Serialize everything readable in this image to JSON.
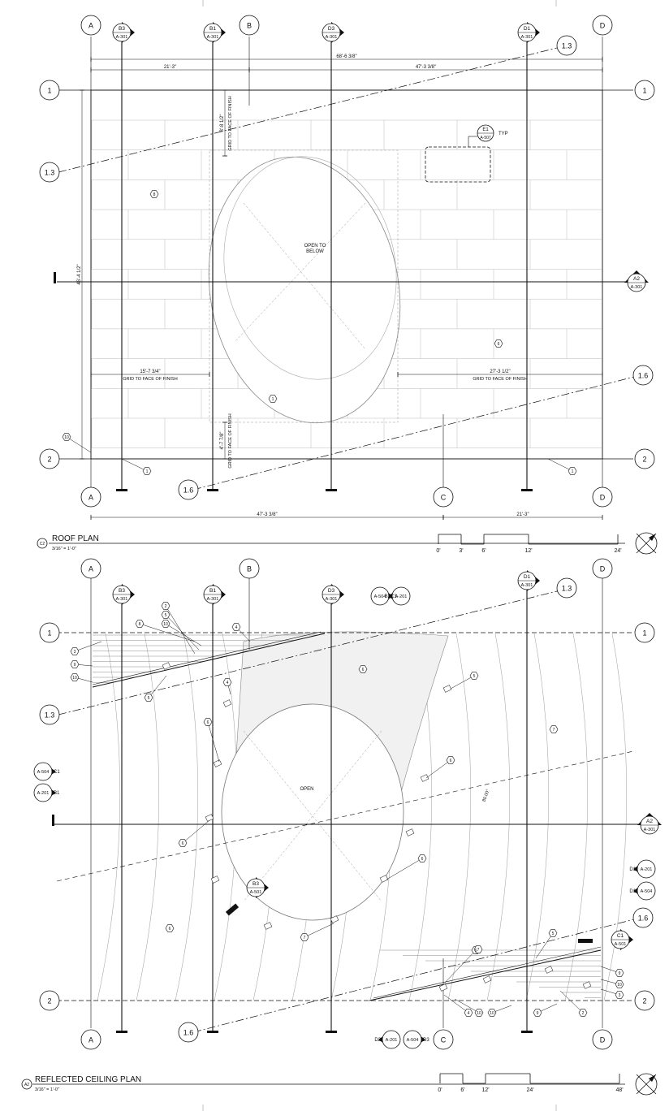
{
  "grid": {
    "columns": [
      "A",
      "B",
      "C",
      "D"
    ],
    "rows": [
      "1",
      "2"
    ],
    "slope_lines": [
      "1.3",
      "1.6"
    ]
  },
  "roof_plan": {
    "title": "ROOF PLAN",
    "scale": "3/16\" = 1'-0\"",
    "drawing_tag": "C2",
    "labels": {
      "opening": [
        "OPEN TO",
        "BELOW"
      ],
      "typ": "TYP",
      "finish_note": "GRID TO FACE OF FINISH"
    },
    "dimensions": {
      "top_overall": "68'-6 3/8\"",
      "top_left": "21'-3\"",
      "top_right": "47'-3 3/8\"",
      "left_vertical": "46'-4 1/2\"",
      "dim_a_b_top": "8'-8 1/2\"",
      "dim_left_mid": "15'-7 3/4\"",
      "dim_right_mid": "27'-3 1/2\"",
      "dim_b_bottom": "4'-7 7/8\"",
      "bottom_left": "47'-3 3/8\"",
      "bottom_right": "21'-3\""
    },
    "section_tags": [
      {
        "id": "B3",
        "sheet": "A-301"
      },
      {
        "id": "B1",
        "sheet": "A-301"
      },
      {
        "id": "D3",
        "sheet": "A-301"
      },
      {
        "id": "D1",
        "sheet": "A-301"
      },
      {
        "id": "A2",
        "sheet": "A-301"
      },
      {
        "id": "E1",
        "sheet": "A-507"
      }
    ],
    "keynotes": [
      "8",
      "6",
      "1",
      "10",
      "1",
      "1"
    ],
    "scale_bar": [
      "0'",
      "3'",
      "6'",
      "12'",
      "24'"
    ]
  },
  "rcp": {
    "title": "REFLECTED CEILING PLAN",
    "scale": "3/16\" = 1'-0\"",
    "drawing_tag": "A2",
    "labels": {
      "opening": "OPEN",
      "angle": "80.00°"
    },
    "section_tags": [
      {
        "id": "B3",
        "sheet": "A-301"
      },
      {
        "id": "B1",
        "sheet": "A-301"
      },
      {
        "id": "D3",
        "sheet": "A-301"
      },
      {
        "id": "D1",
        "sheet": "A-301"
      },
      {
        "id": "A2",
        "sheet": "A-301"
      },
      {
        "id": "B3",
        "sheet": "A-501"
      },
      {
        "id": "C1",
        "sheet": "A-501"
      }
    ],
    "elevation_tags": [
      {
        "id": "C3",
        "sheet": "A-504"
      },
      {
        "id": "B2",
        "sheet": "A-201"
      },
      {
        "id": "C1",
        "sheet": "A-504"
      },
      {
        "id": "B1",
        "sheet": "A-201"
      },
      {
        "id": "D1",
        "sheet": "A-201"
      },
      {
        "id": "D1",
        "sheet": "A-504"
      },
      {
        "id": "D2",
        "sheet": "A-201"
      },
      {
        "id": "D3",
        "sheet": "A-504"
      }
    ],
    "keynotes": [
      "2",
      "5",
      "10",
      "4",
      "8",
      "3",
      "9",
      "10",
      "5",
      "4",
      "6",
      "5",
      "6",
      "6",
      "6",
      "7",
      "6",
      "6",
      "7",
      "6",
      "7",
      "5",
      "9",
      "10",
      "3",
      "4",
      "10",
      "10",
      "9",
      "2"
    ],
    "scale_bar": [
      "0'",
      "6'",
      "12'",
      "24'",
      "48'"
    ]
  },
  "colors": {
    "ink": "#111111",
    "light": "#999999",
    "fill": "#eeeeee"
  }
}
